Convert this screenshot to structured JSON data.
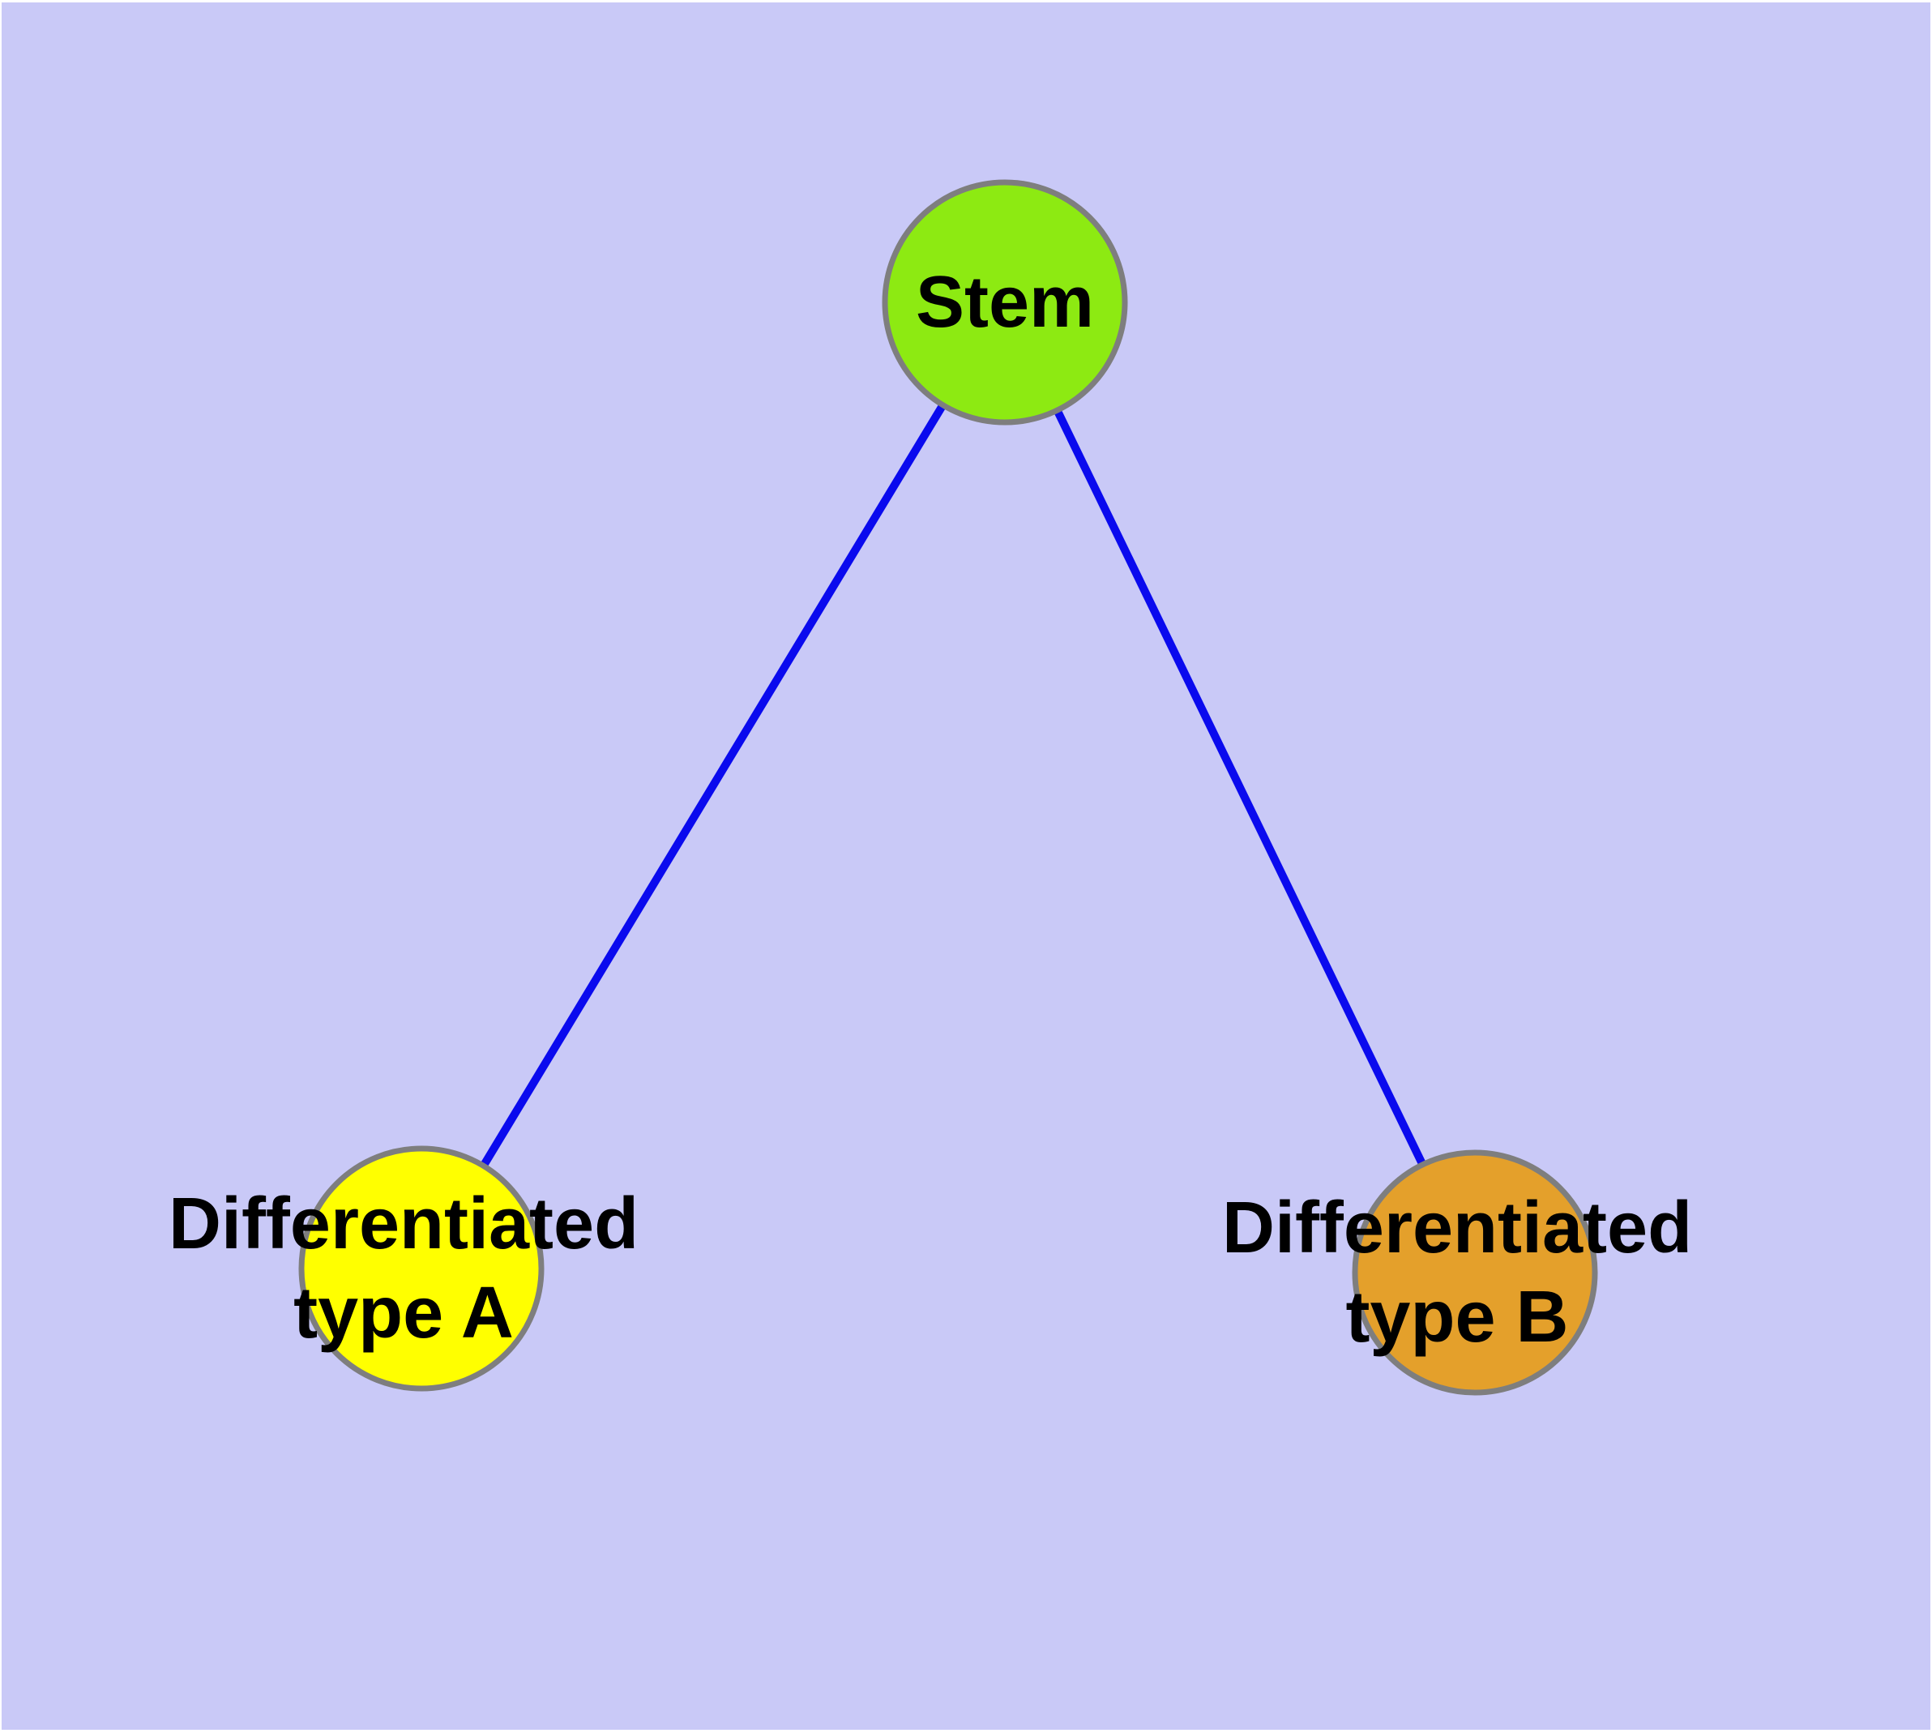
{
  "figure": {
    "background_color": "#c9c9f7",
    "frame_color": "#ffffff"
  },
  "style": {
    "node_border_color": "#7e7e7e",
    "label_color": "#000000",
    "edge_color": "#0a0aee"
  },
  "nodes": [
    {
      "id": "stem",
      "label_lines": [
        "Stem"
      ],
      "fill": "#8dea12"
    },
    {
      "id": "diff-a",
      "label_lines": [
        "Differentiated",
        "type A"
      ],
      "fill": "#ffff00"
    },
    {
      "id": "diff-b",
      "label_lines": [
        "Differentiated",
        "type B"
      ],
      "fill": "#e4a02b"
    }
  ],
  "edges": [
    {
      "from": "stem",
      "to": "diff-a",
      "color": "#0a0aee"
    },
    {
      "from": "stem",
      "to": "diff-b",
      "color": "#0a0aee"
    }
  ]
}
